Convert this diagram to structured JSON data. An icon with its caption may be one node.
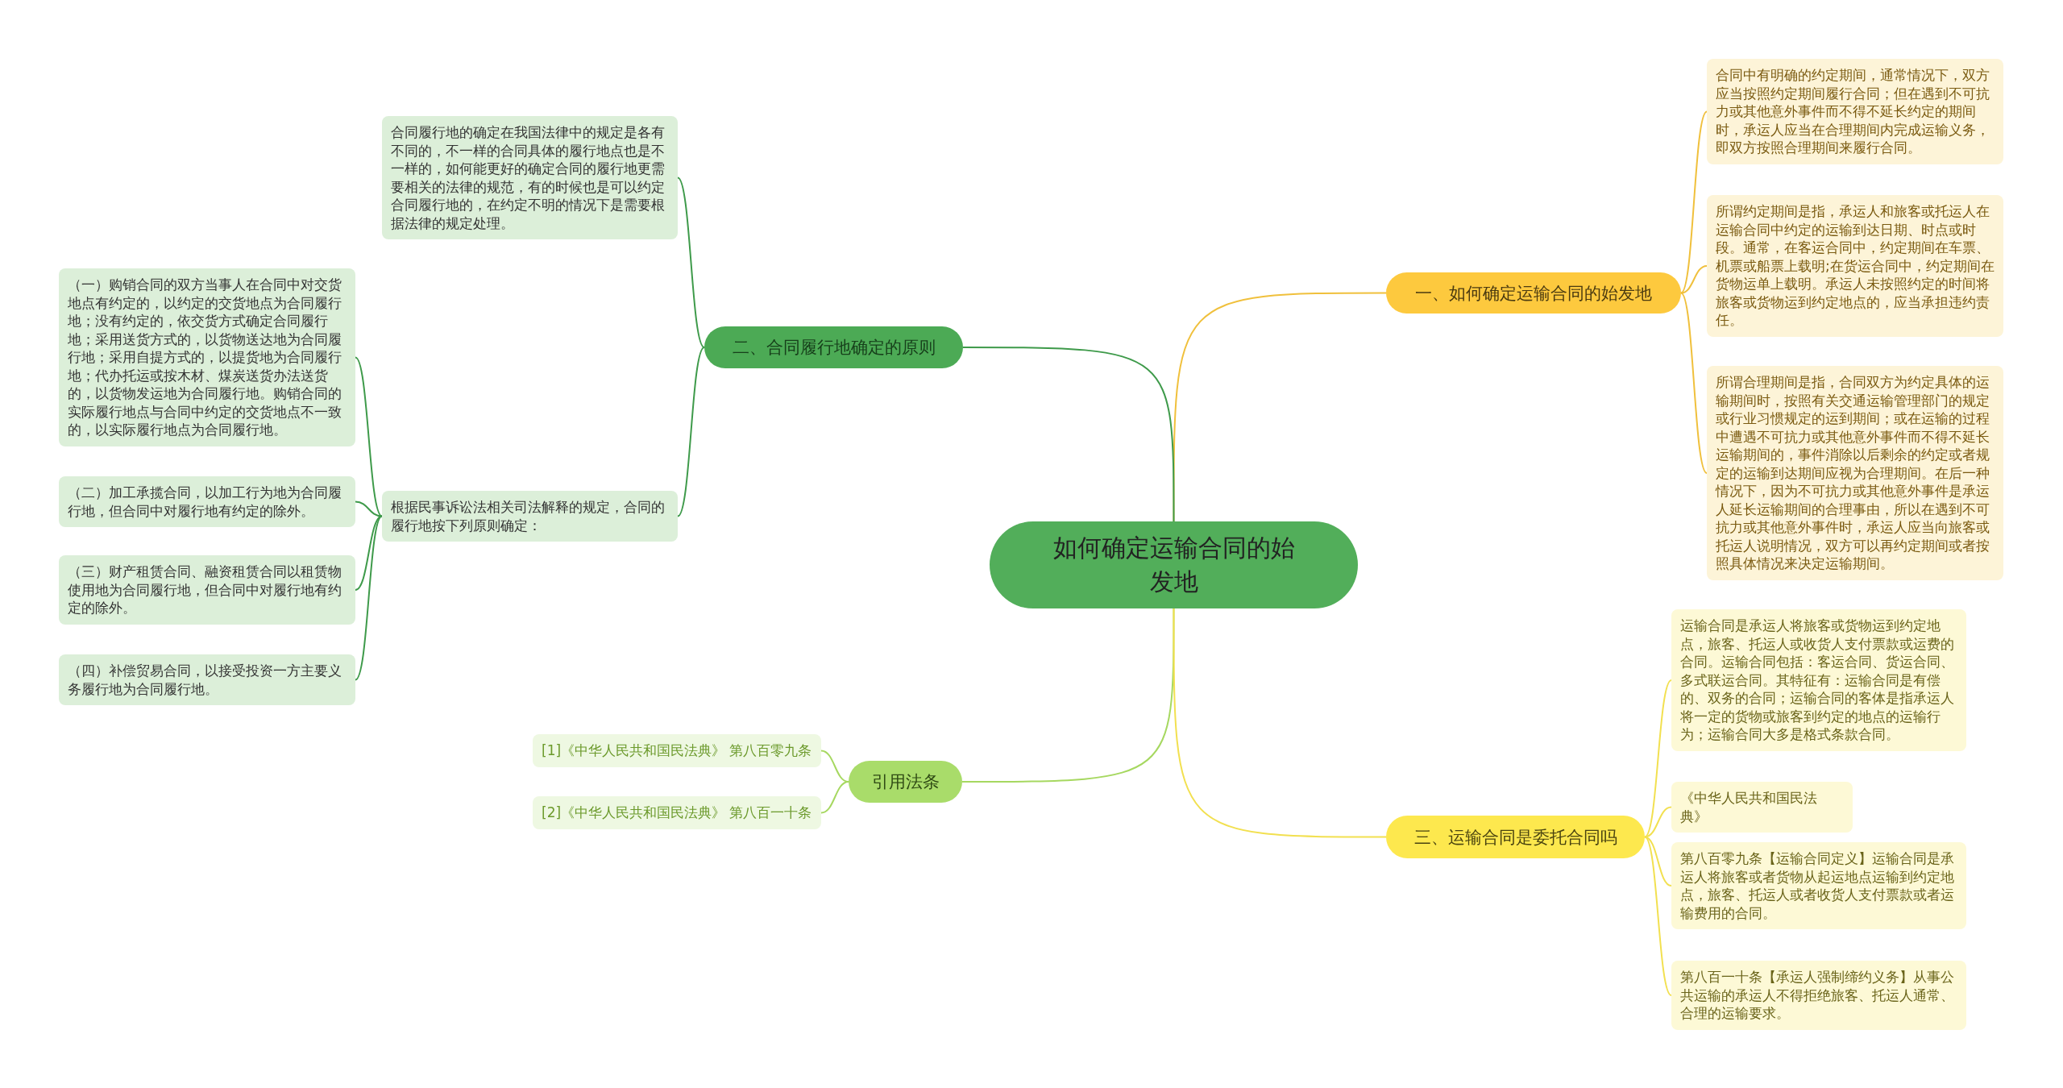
{
  "diagram": {
    "nodes": [
      {
        "text": [
          "如何确定运输合同的始发地"
        ]
      },
      {
        "text": [
          "一、如何确定运输合同的始发地"
        ]
      },
      {
        "text": [
          "合同中有明确的约定期间，通常情况下，双方应当按照约定期间履行合同；但在遇到不可抗力或其他意外事件而不得不延长约定的期间时，承运人应当在合理期间内完成运输义务，即双方按照合理期间来履行合同。"
        ]
      },
      {
        "text": [
          "所谓约定期间是指，承运人和旅客或托运人在运输合同中约定的运输到达日期、时点或时段。通常，在客运合同中，约定期间在车票、机票或船票上载明;在货运合同中，约定期间在货物运单上载明。承运人未按照约定的时间将旅客或货物运到约定地点的，应当承担违约责任。"
        ]
      },
      {
        "text": [
          "所谓合理期间是指，合同双方为约定具体的运输期间时，按照有关交通运输管理部门的规定或行业习惯规定的运到期间；或在运输的过程中遭遇不可抗力或其他意外事件而不得不延长运输期间的，事件消除以后剩余的约定或者规定的运输到达期间应视为合理期间。在后一种情况下，因为不可抗力或其他意外事件是承运人延长运输期间的合理事由，所以在遇到不可抗力或其他意外事件时，承运人应当向旅客或托运人说明情况，双方可以再约定期间或者按照具体情况来决定运输期间。"
        ]
      },
      {
        "text": [
          "二、合同履行地确定的原则"
        ]
      },
      {
        "text": [
          "合同履行地的确定在我国法律中的规定是各有不同的，不一样的合同具体的履行地点也是不一样的，如何能更好的确定合同的履行地更需要相关的法律的规范，有的时候也是可以约定合同履行地的，在约定不明的情况下是需要根据法律的规定处理。"
        ]
      },
      {
        "text": [
          "根据民事诉讼法相关司法解释的规定，合同的履行地按下列原则确定："
        ]
      },
      {
        "text": [
          "（一）购销合同的双方当事人在合同中对交货地点有约定的，以约定的交货地点为合同履行地；没有约定的，依交货方式确定合同履行地；采用送货方式的，以货物送达地为合同履行地；采用自提方式的，以提货地为合同履行地；代办托运或按木材、煤炭送货办法送货的，以货物发运地为合同履行地。购销合同的实际履行地点与合同中约定的交货地点不一致的，以实际履行地点为合同履行地。"
        ]
      },
      {
        "text": [
          "（二）加工承揽合同，以加工行为地为合同履行地，但合同中对履行地有约定的除外。"
        ]
      },
      {
        "text": [
          "（三）财产租赁合同、融资租赁合同以租赁物使用地为合同履行地，但合同中对履行地有约定的除外。"
        ]
      },
      {
        "text": [
          "（四）补偿贸易合同，以接受投资一方主要义务履行地为合同履行地。"
        ]
      },
      {
        "text": [
          "引用法条"
        ]
      },
      {
        "text": [
          "[1]《中华人民共和国民法典》 第八百零九条"
        ]
      },
      {
        "text": [
          "[2]《中华人民共和国民法典》 第八百一十条"
        ]
      },
      {
        "text": [
          "三、运输合同是委托合同吗"
        ]
      },
      {
        "text": [
          "运输合同是承运人将旅客或货物运到约定地点，旅客、托运人或收货人支付票款或运费的合同。运输合同包括：客运合同、货运合同、多式联运合同。其特征有：运输合同是有偿的、双务的合同；运输合同的客体是指承运人将一定的货物或旅客到约定的地点的运输行为；运输合同大多是格式条款合同。"
        ]
      },
      {
        "text": [
          "《中华人民共和国民法典》"
        ]
      },
      {
        "text": [
          "第八百零九条【运输合同定义】运输合同是承运人将旅客或者货物从起运地点运输到约定地点，旅客、托运人或者收货人支付票款或者运输费用的合同。"
        ]
      },
      {
        "text": [
          "第八百一十条【承运人强制缔约义务】从事公共运输的承运人不得拒绝旅客、托运人通常、合理的运输要求。"
        ]
      }
    ],
    "edges": [
      {
        "from": 0,
        "to": 1,
        "arrow": "none",
        "color": "#f0c03c"
      },
      {
        "from": 1,
        "to": 2,
        "arrow": "none",
        "color": "#f0c03c"
      },
      {
        "from": 1,
        "to": 3,
        "arrow": "none",
        "color": "#f0c03c"
      },
      {
        "from": 1,
        "to": 4,
        "arrow": "none",
        "color": "#f0c03c"
      },
      {
        "from": 0,
        "to": 5,
        "arrow": "none",
        "color": "#3e9a4a"
      },
      {
        "from": 5,
        "to": 6,
        "arrow": "none",
        "color": "#3e9a4a"
      },
      {
        "from": 5,
        "to": 7,
        "arrow": "none",
        "color": "#3e9a4a"
      },
      {
        "from": 7,
        "to": 8,
        "arrow": "none",
        "color": "#3e9a4a"
      },
      {
        "from": 7,
        "to": 9,
        "arrow": "none",
        "color": "#3e9a4a"
      },
      {
        "from": 7,
        "to": 10,
        "arrow": "none",
        "color": "#3e9a4a"
      },
      {
        "from": 7,
        "to": 11,
        "arrow": "none",
        "color": "#3e9a4a"
      },
      {
        "from": 0,
        "to": 12,
        "arrow": "none",
        "color": "#a6d860"
      },
      {
        "from": 12,
        "to": 13,
        "arrow": "none",
        "color": "#a6d860"
      },
      {
        "from": 12,
        "to": 14,
        "arrow": "none",
        "color": "#a6d860"
      },
      {
        "from": 0,
        "to": 15,
        "arrow": "none",
        "color": "#f2e050"
      },
      {
        "from": 15,
        "to": 16,
        "arrow": "none",
        "color": "#f2e050"
      },
      {
        "from": 15,
        "to": 17,
        "arrow": "none",
        "color": "#f2e050"
      },
      {
        "from": 15,
        "to": 18,
        "arrow": "none",
        "color": "#f2e050"
      },
      {
        "from": 15,
        "to": 19,
        "arrow": "none",
        "color": "#f2e050"
      }
    ]
  }
}
